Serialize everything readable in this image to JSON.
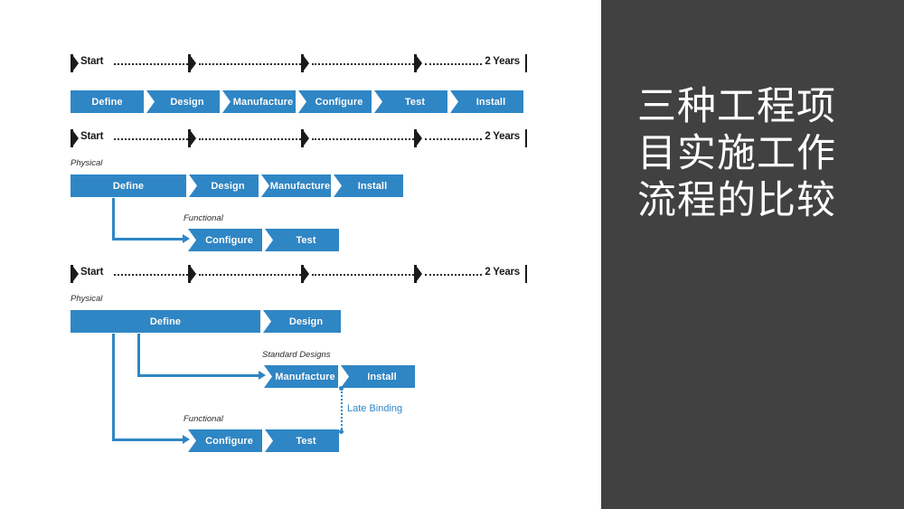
{
  "slide": {
    "background_color": "#ffffff",
    "accent_color": "#2f86c5",
    "panel_color": "#414141"
  },
  "panel": {
    "title": "三种工程项目实施工作流程的比较"
  },
  "timeline": {
    "start_label": "Start",
    "end_label": "2 Years"
  },
  "diagram1": {
    "stages": [
      {
        "label": "Define"
      },
      {
        "label": "Design"
      },
      {
        "label": "Manufacture"
      },
      {
        "label": "Configure"
      },
      {
        "label": "Test"
      },
      {
        "label": "Install"
      }
    ]
  },
  "diagram2": {
    "physical_label": "Physical",
    "functional_label": "Functional",
    "physical_stages": [
      {
        "label": "Define"
      },
      {
        "label": "Design"
      },
      {
        "label": "Manufacture"
      },
      {
        "label": "Install"
      }
    ],
    "functional_stages": [
      {
        "label": "Configure"
      },
      {
        "label": "Test"
      }
    ]
  },
  "diagram3": {
    "physical_label": "Physical",
    "standard_designs_label": "Standard Designs",
    "functional_label": "Functional",
    "late_binding_label": "Late Binding",
    "physical_stages": [
      {
        "label": "Define"
      },
      {
        "label": "Design"
      }
    ],
    "standard_stages": [
      {
        "label": "Manufacture"
      },
      {
        "label": "Install"
      }
    ],
    "functional_stages": [
      {
        "label": "Configure"
      },
      {
        "label": "Test"
      }
    ]
  }
}
